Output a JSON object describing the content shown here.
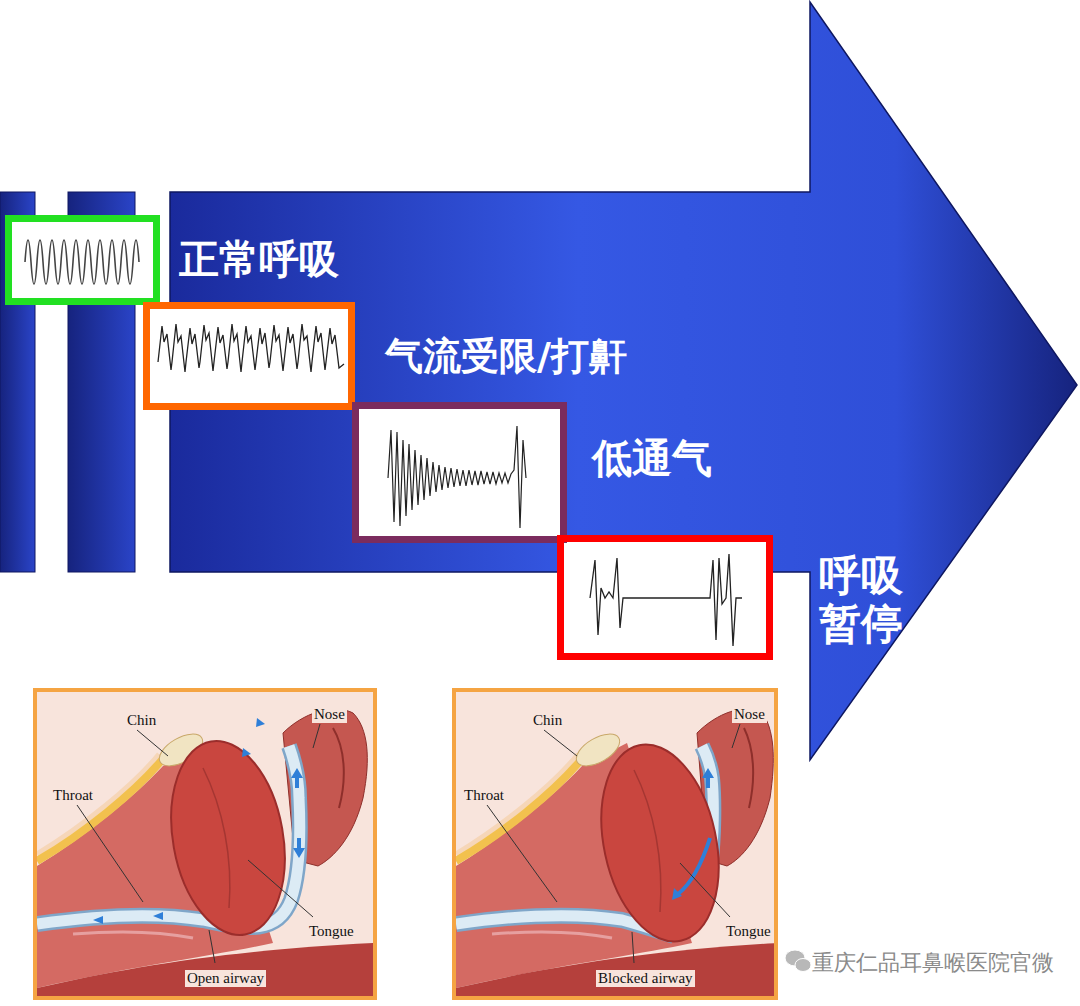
{
  "diagram": {
    "nodes": [
      {
        "text": [
          "正常呼吸"
        ]
      },
      {
        "text": [
          "气流受限/打鼾"
        ]
      },
      {
        "text": [
          "低通气"
        ]
      },
      {
        "text": [
          "呼吸 暂停"
        ]
      },
      {
        "text": [
          "Chin",
          "Nose",
          "Throat",
          "Tongue",
          "Open airway"
        ]
      },
      {
        "text": [
          "Chin",
          "Nose",
          "Throat",
          "Tongue",
          "Blocked airway"
        ]
      }
    ],
    "labels": [
      "重庆仁品耳鼻喉医院官微"
    ]
  }
}
